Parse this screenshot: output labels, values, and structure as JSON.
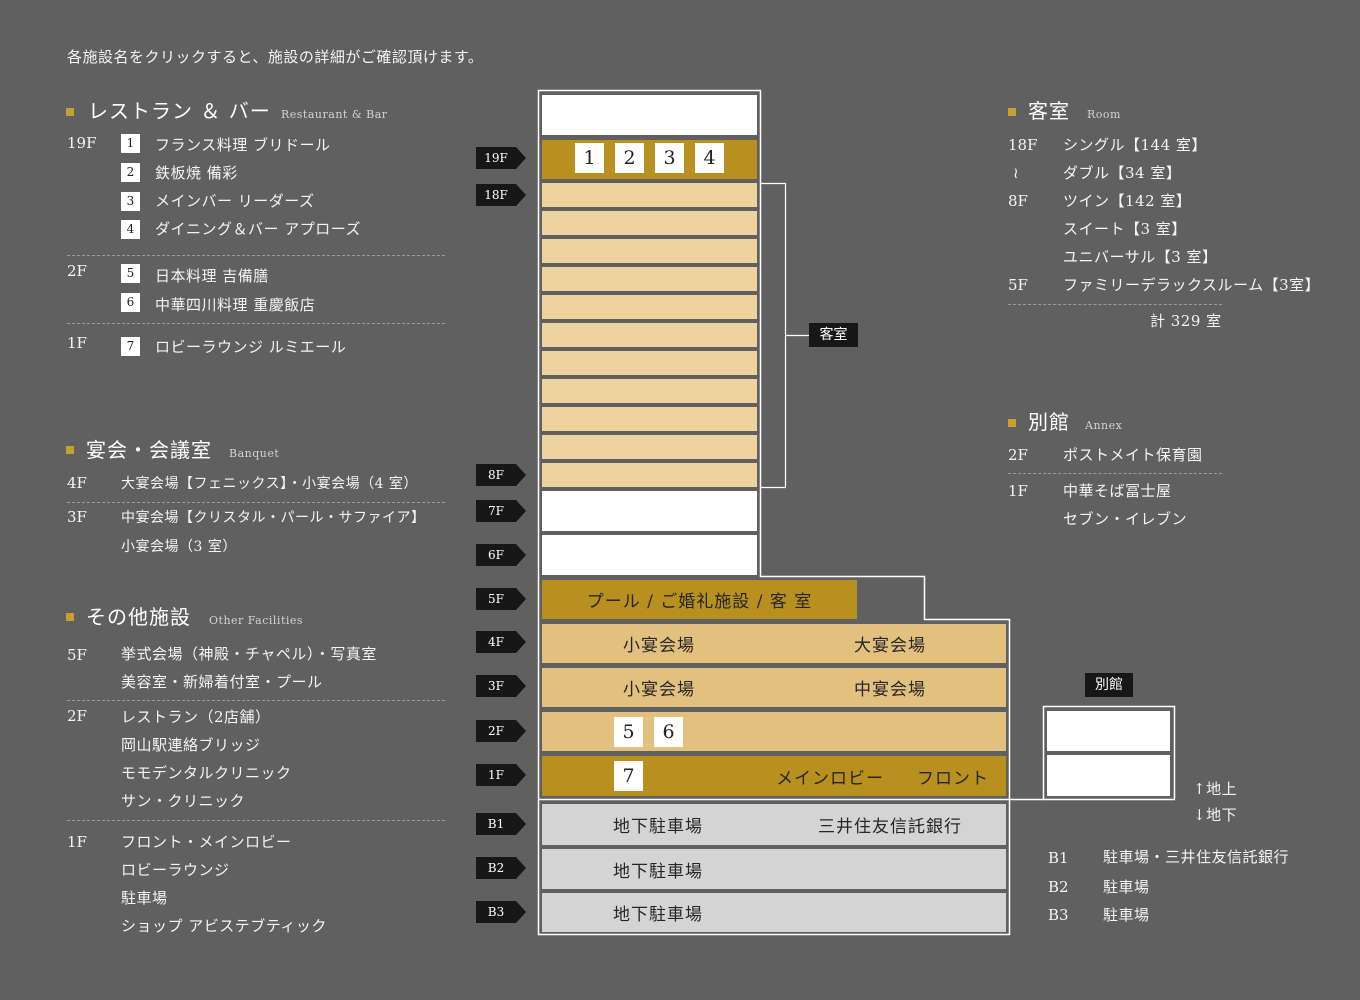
{
  "intro": "各施設名をクリックすると、施設の詳細がご確認頂けます。",
  "colors": {
    "background": "#606060",
    "bullet": "#c9a029",
    "gold": "#b7901f",
    "tower_floor": "#efd39e",
    "podium_floor": "#e2c07d",
    "basement": "#d4d4d4",
    "tag": "#171717",
    "dash": "#9c9c9c"
  },
  "restaurant": {
    "title": "レストラン ＆ バー",
    "subtitle": "Restaurant & Bar",
    "groups": [
      {
        "floor": "19F",
        "items": [
          {
            "num": "1",
            "name": "フランス料理 ブリドール"
          },
          {
            "num": "2",
            "name": "鉄板焼 備彩"
          },
          {
            "num": "3",
            "name": "メインバー リーダーズ"
          },
          {
            "num": "4",
            "name": "ダイニング＆バー アプローズ"
          }
        ]
      },
      {
        "floor": "2F",
        "items": [
          {
            "num": "5",
            "name": "日本料理 吉備膳"
          },
          {
            "num": "6",
            "name": "中華四川料理 重慶飯店"
          }
        ]
      },
      {
        "floor": "1F",
        "items": [
          {
            "num": "7",
            "name": "ロビーラウンジ ルミエール"
          }
        ]
      }
    ]
  },
  "banquet": {
    "title": "宴会・会議室",
    "subtitle": "Banquet",
    "groups": [
      {
        "floor": "4F",
        "items": [
          "大宴会場【フェニックス】・小宴会場（4 室）"
        ]
      },
      {
        "floor": "3F",
        "items": [
          "中宴会場【クリスタル・パール・サファイア】",
          "小宴会場（3 室）"
        ]
      }
    ]
  },
  "other": {
    "title": "その他施設",
    "subtitle": "Other Facilities",
    "groups": [
      {
        "floor": "5F",
        "items": [
          "挙式会場（神殿・チャペル）・写真室",
          "美容室・新婦着付室・プール"
        ]
      },
      {
        "floor": "2F",
        "items": [
          "レストラン（2店舗）",
          "岡山駅連絡ブリッジ",
          "モモデンタルクリニック",
          "サン・クリニック"
        ]
      },
      {
        "floor": "1F",
        "items": [
          "フロント・メインロビー",
          "ロビーラウンジ",
          "駐車場",
          "ショップ アビステブティック"
        ]
      }
    ]
  },
  "rooms": {
    "title": "客室",
    "subtitle": "Room",
    "rows": [
      {
        "floor": "18F",
        "name": "シングル【144 室】"
      },
      {
        "floor": "≀",
        "name": "ダブル【34 室】"
      },
      {
        "floor": "8F",
        "name": "ツイン【142 室】"
      },
      {
        "name": "スイート【3 室】"
      },
      {
        "name": "ユニバーサル【3 室】"
      },
      {
        "floor": "5F",
        "name": "ファミリーデラックスルーム【3室】"
      }
    ],
    "total": "計 329 室"
  },
  "annex": {
    "title": "別館",
    "subtitle": "Annex",
    "rows": [
      {
        "floor": "2F",
        "name": "ポストメイト保育園"
      },
      {
        "floor": "1F",
        "name": "中華そば冨士屋"
      },
      {
        "name": "セブン・イレブン"
      }
    ]
  },
  "basement": [
    {
      "floor": "B1",
      "name": "駐車場・三井住友信託銀行"
    },
    {
      "floor": "B2",
      "name": "駐車場"
    },
    {
      "floor": "B3",
      "name": "駐車場"
    }
  ],
  "building": {
    "floor_tags": [
      "19F",
      "18F",
      "8F",
      "7F",
      "6F",
      "5F",
      "4F",
      "3F",
      "2F",
      "1F",
      "B1",
      "B2",
      "B3"
    ],
    "room_label": "客室",
    "f19_numbers": [
      "1",
      "2",
      "3",
      "4"
    ],
    "f5_label": "プール / ご婚礼施設 / 客 室",
    "f4_labels": [
      "小宴会場",
      "大宴会場"
    ],
    "f3_labels": [
      "小宴会場",
      "中宴会場"
    ],
    "f2_numbers": [
      "5",
      "6"
    ],
    "f1_number": "7",
    "f1_labels": [
      "メインロビー",
      "フロント"
    ],
    "b1_labels": [
      "地下駐車場",
      "三井住友信託銀行"
    ],
    "b2_label": "地下駐車場",
    "b3_label": "地下駐車場",
    "annex_label": "別館",
    "above_ground": "↑地上",
    "below_ground": "↓地下"
  }
}
